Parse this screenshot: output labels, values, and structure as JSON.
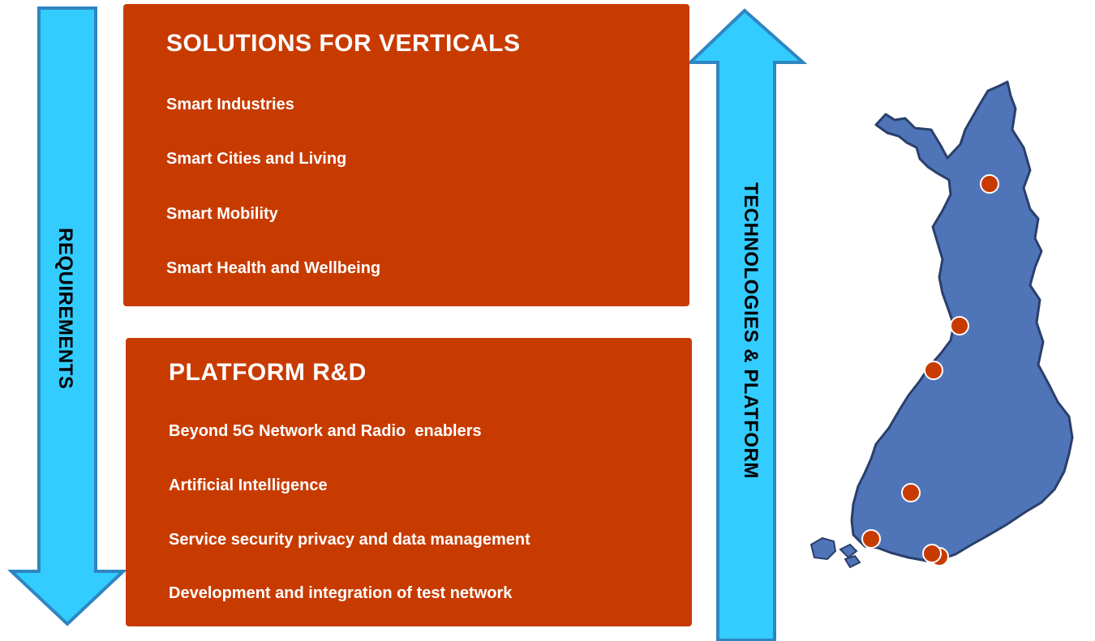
{
  "solutions": {
    "title": "SOLUTIONS FOR VERTICALS",
    "items": [
      "Smart Industries",
      "Smart Cities and Living",
      "Smart Mobility",
      "Smart Health and Wellbeing"
    ]
  },
  "platform": {
    "title": "PLATFORM R&D",
    "items": [
      "Beyond 5G Network and Radio  enablers",
      "Artificial Intelligence",
      "Service security privacy and data management",
      "Development and integration of test network"
    ]
  },
  "arrows": {
    "requirements": "REQUIREMENTS",
    "technologies": "TECHNOLOGIES & PLATFORM"
  },
  "colors": {
    "box": "#c83b00",
    "arrow_fill": "#33ccff",
    "arrow_stroke": "#2e86c1",
    "map_fill": "#4f74b8",
    "map_stroke": "#2a3f6a",
    "dot_fill": "#c83b00"
  },
  "map": {
    "icon": "finland-map-icon",
    "locations_count": 7
  }
}
